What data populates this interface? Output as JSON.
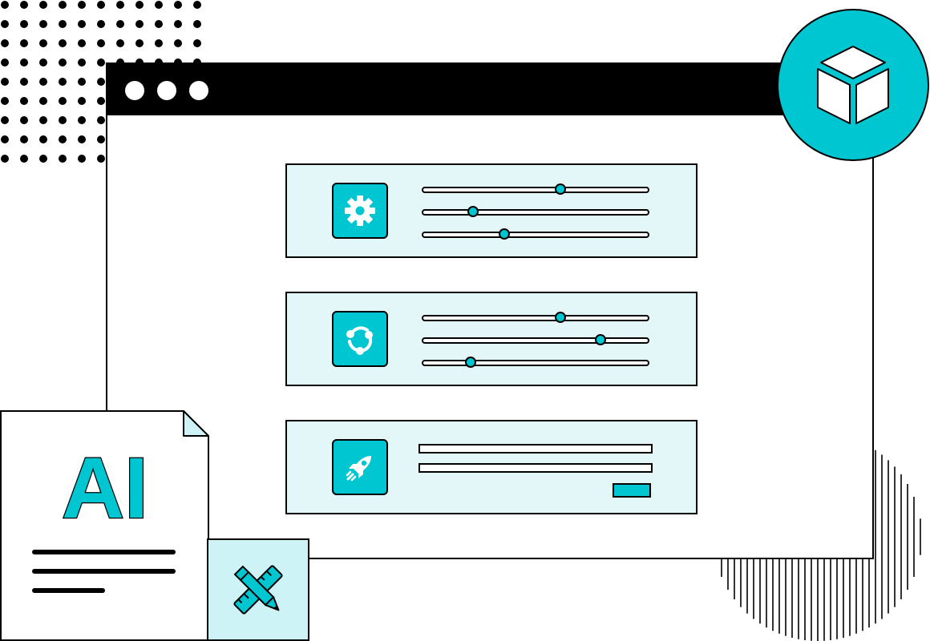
{
  "window": {
    "title_dots": 3
  },
  "panels": [
    {
      "icon": "gear-icon",
      "sliders": [
        0.61,
        0.22,
        0.36
      ]
    },
    {
      "icon": "share-cycle-icon",
      "sliders": [
        0.61,
        0.79,
        0.21
      ]
    },
    {
      "icon": "rocket-icon",
      "text_bars": 2,
      "button": "action-button"
    }
  ],
  "badge": {
    "icon": "cube-icon"
  },
  "document": {
    "label": "AI",
    "icon": "document-icon"
  },
  "tile": {
    "icon": "pencil-ruler-icon"
  },
  "colors": {
    "accent": "#00c6d2",
    "panel_bg": "#e3f7f9",
    "tile_bg": "#cdf3f6",
    "outline": "#000000"
  }
}
